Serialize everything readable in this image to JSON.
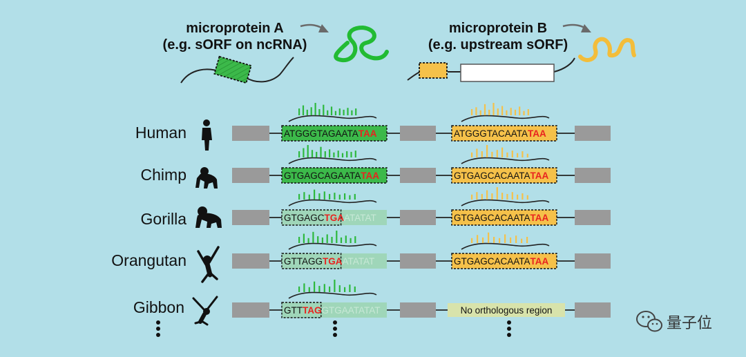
{
  "header": {
    "protein_a": {
      "title": "microprotein A",
      "subtitle": "(e.g. sORF on ncRNA)"
    },
    "protein_b": {
      "title": "microprotein B",
      "subtitle": "(e.g. upstream sORF)"
    }
  },
  "colors": {
    "background": "#b2dfe8",
    "green": "#2db83d",
    "green_box": "#3cb94a",
    "green_faded": "#9fd6b9",
    "yellow": "#f5c14a",
    "yellow_faded": "#d8e3ab",
    "stop_codon": "#e8231f",
    "exon_gray": "#9a9a9a"
  },
  "species": [
    {
      "name": "Human",
      "icon": "human-silhouette-icon",
      "seq_a": {
        "prefix": "ATGGGTAGAATA",
        "stop": "TAA",
        "suffix": "",
        "state": "intact"
      },
      "seq_b": {
        "prefix": "ATGGGTACAATA",
        "stop": "TAA",
        "suffix": "",
        "state": "intact"
      },
      "ribo_a": [
        0.55,
        0.8,
        0.45,
        0.65,
        1,
        0.5,
        0.85,
        0.4,
        0.7,
        0.35,
        0.55,
        0.45,
        0.6,
        0.4,
        0.55
      ],
      "ribo_b": [
        0.5,
        0.65,
        0.4,
        0.9,
        0.45,
        1,
        0.55,
        0.75,
        0.4,
        0.6,
        0.45,
        0.7,
        0.35,
        0.5
      ]
    },
    {
      "name": "Chimp",
      "icon": "chimp-silhouette-icon",
      "seq_a": {
        "prefix": "GTGAGCAGAATA",
        "stop": "TAA",
        "suffix": "",
        "state": "intact"
      },
      "seq_b": {
        "prefix": "GTGAGCACAATA",
        "stop": "TAA",
        "suffix": "",
        "state": "intact"
      },
      "ribo_a": [
        0.5,
        0.75,
        1,
        0.6,
        0.45,
        0.85,
        0.5,
        0.65,
        0.4,
        0.55,
        0.35,
        0.5,
        0.45,
        0.55
      ],
      "ribo_b": [
        0.4,
        0.7,
        0.5,
        1,
        0.45,
        0.6,
        0.8,
        0.4,
        0.55,
        0.35,
        0.5,
        0.3
      ]
    },
    {
      "name": "Gorilla",
      "icon": "gorilla-silhouette-icon",
      "seq_a": {
        "prefix": "GTGAGC",
        "stop": "TGA",
        "suffix": "ATATAT",
        "state": "truncated"
      },
      "seq_b": {
        "prefix": "GTGAGCACAATA",
        "stop": "TAA",
        "suffix": "",
        "state": "intact"
      },
      "ribo_a": [
        0.45,
        0.6,
        0.4,
        0.8,
        0.5,
        0.65,
        0.45,
        0.55,
        0.4,
        0.5,
        0.35,
        0.45
      ],
      "ribo_b": [
        0.4,
        0.6,
        0.45,
        0.75,
        0.5,
        1,
        0.55,
        0.45,
        0.6,
        0.4,
        0.5,
        0.35
      ]
    },
    {
      "name": "Orangutan",
      "icon": "orangutan-silhouette-icon",
      "seq_a": {
        "prefix": "GTTAGG",
        "stop": "TGA",
        "suffix": "ATATAT",
        "state": "truncated"
      },
      "seq_b": {
        "prefix": "GTGAGCACAATA",
        "stop": "TAA",
        "suffix": "",
        "state": "intact"
      },
      "ribo_a": [
        0.5,
        0.75,
        0.4,
        0.9,
        0.55,
        0.45,
        0.7,
        0.5,
        1,
        0.45,
        0.6,
        0.4,
        0.55
      ],
      "ribo_b": [
        0.4,
        0.65,
        0.45,
        0.85,
        0.5,
        0.4,
        0.7,
        0.45,
        0.6,
        0.35,
        0.5
      ]
    },
    {
      "name": "Gibbon",
      "icon": "gibbon-silhouette-icon",
      "seq_a": {
        "prefix": "GTT",
        "stop": "TAG",
        "suffix": "GTGAATATAT",
        "state": "truncated"
      },
      "seq_b": {
        "label": "No orthologous region",
        "state": "absent"
      },
      "ribo_a": [
        0.45,
        0.7,
        0.4,
        0.85,
        0.5,
        0.65,
        0.45,
        1,
        0.55,
        0.4,
        0.6,
        0.45
      ],
      "ribo_b": []
    }
  ],
  "watermark": {
    "text": "量子位",
    "icon": "wechat-icon"
  }
}
